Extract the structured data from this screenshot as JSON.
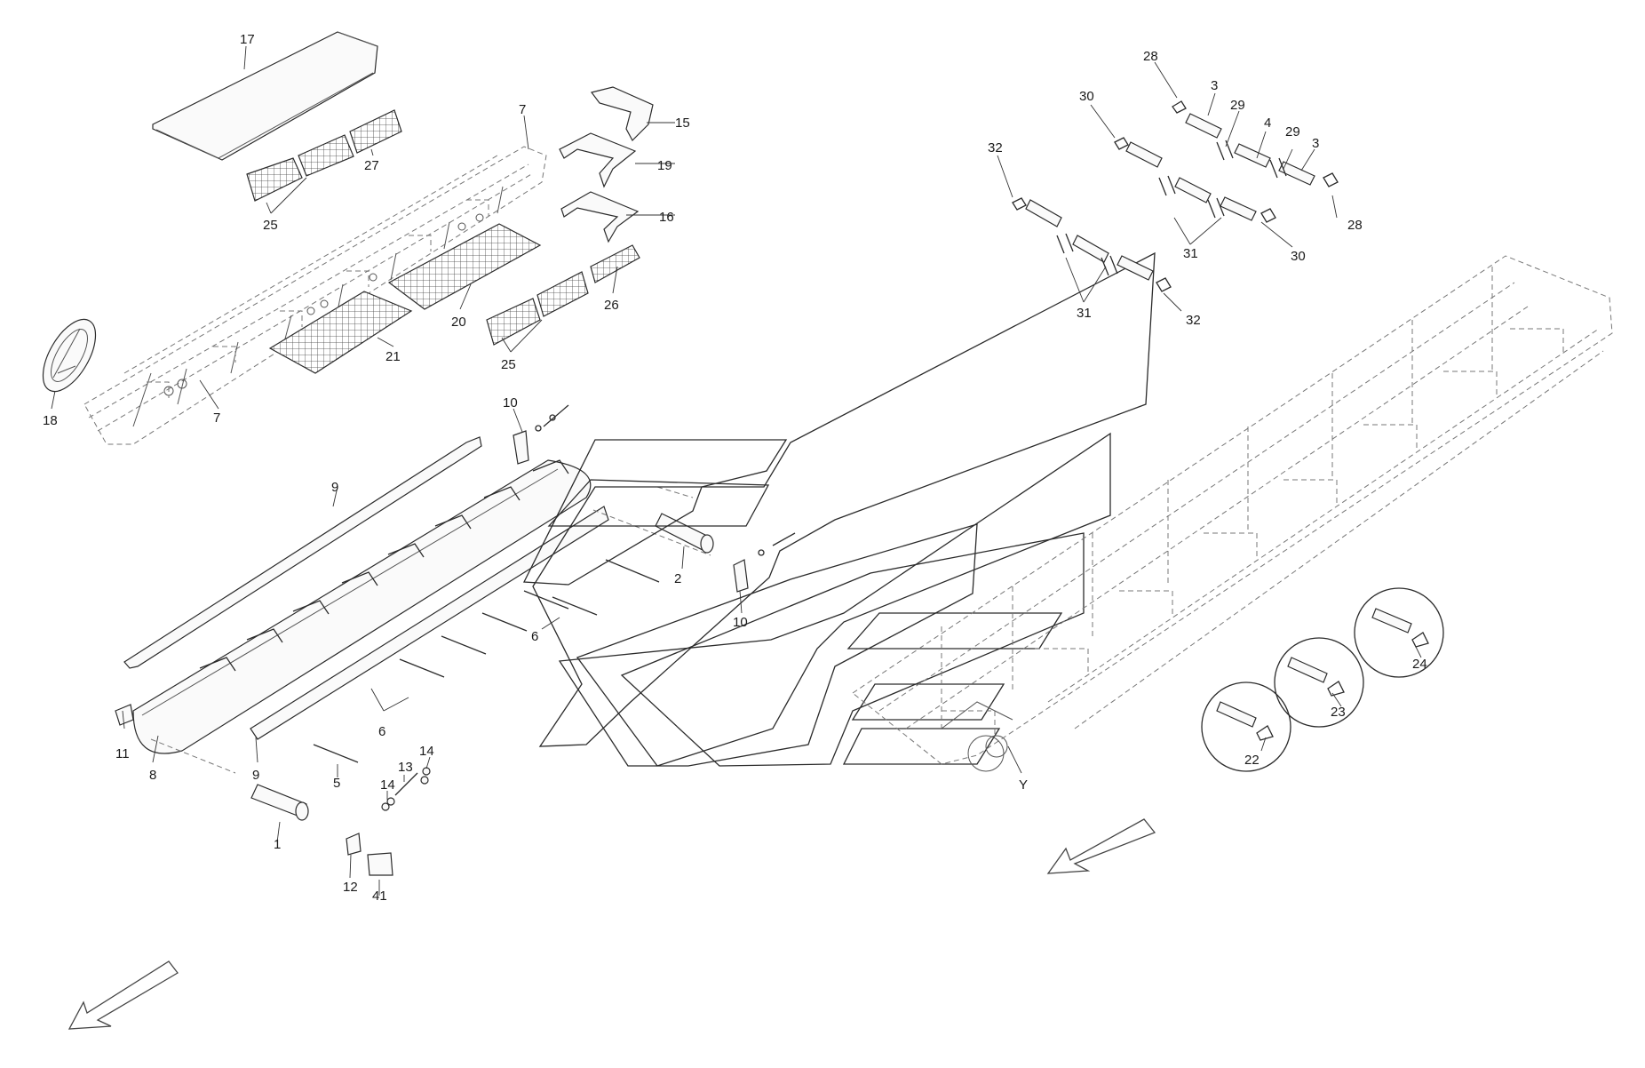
{
  "callouts": [
    {
      "id": "c17a",
      "text": "17"
    },
    {
      "id": "c7a",
      "text": "7"
    },
    {
      "id": "c27",
      "text": "27"
    },
    {
      "id": "c25a",
      "text": "25"
    },
    {
      "id": "c15",
      "text": "15"
    },
    {
      "id": "c19",
      "text": "19"
    },
    {
      "id": "c16",
      "text": "16"
    },
    {
      "id": "c20",
      "text": "20"
    },
    {
      "id": "c21",
      "text": "21"
    },
    {
      "id": "c26",
      "text": "26"
    },
    {
      "id": "c25b",
      "text": "25"
    },
    {
      "id": "c18",
      "text": "18"
    },
    {
      "id": "c7b",
      "text": "7"
    },
    {
      "id": "c10a",
      "text": "10"
    },
    {
      "id": "c9a",
      "text": "9"
    },
    {
      "id": "c2",
      "text": "2"
    },
    {
      "id": "c10b",
      "text": "10"
    },
    {
      "id": "c6a",
      "text": "6"
    },
    {
      "id": "c6b",
      "text": "6"
    },
    {
      "id": "c11",
      "text": "11"
    },
    {
      "id": "c8",
      "text": "8"
    },
    {
      "id": "c9b",
      "text": "9"
    },
    {
      "id": "c5",
      "text": "5"
    },
    {
      "id": "c13",
      "text": "13"
    },
    {
      "id": "c14a",
      "text": "14"
    },
    {
      "id": "c14b",
      "text": "14"
    },
    {
      "id": "c1",
      "text": "1"
    },
    {
      "id": "c12",
      "text": "12"
    },
    {
      "id": "c41",
      "text": "41"
    },
    {
      "id": "c28a",
      "text": "28"
    },
    {
      "id": "c3a",
      "text": "3"
    },
    {
      "id": "c30a",
      "text": "30"
    },
    {
      "id": "c29a",
      "text": "29"
    },
    {
      "id": "c4",
      "text": "4"
    },
    {
      "id": "c29b",
      "text": "29"
    },
    {
      "id": "c3b",
      "text": "3"
    },
    {
      "id": "c32a",
      "text": "32"
    },
    {
      "id": "c28b",
      "text": "28"
    },
    {
      "id": "c31a",
      "text": "31"
    },
    {
      "id": "c30b",
      "text": "30"
    },
    {
      "id": "c31b",
      "text": "31"
    },
    {
      "id": "c32b",
      "text": "32"
    },
    {
      "id": "cY",
      "text": "Y"
    },
    {
      "id": "c24",
      "text": "24"
    },
    {
      "id": "c23",
      "text": "23"
    },
    {
      "id": "c22",
      "text": "22"
    }
  ]
}
